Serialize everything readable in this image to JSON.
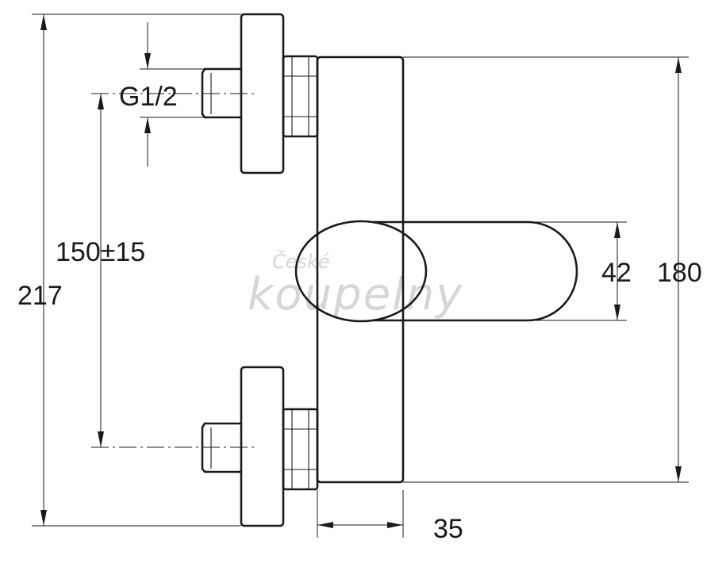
{
  "dimensions": {
    "thread": "G1/2",
    "spacing": "150±15",
    "total_height": "217",
    "body_height": "180",
    "lever_height": "42",
    "depth": "35"
  },
  "watermark": {
    "line1": "České",
    "line2": "koupelny"
  },
  "colors": {
    "line": "#1a1a1a",
    "background": "#ffffff",
    "watermark": "#d6d6d6"
  }
}
